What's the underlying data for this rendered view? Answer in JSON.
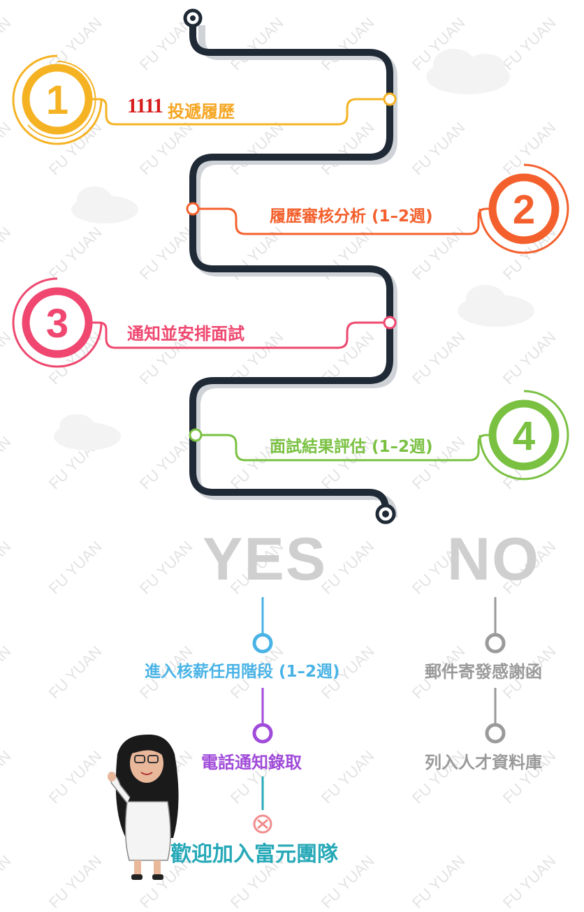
{
  "watermark": "FU YUAN",
  "logo_text": "1111",
  "steps": [
    {
      "number": "1",
      "label": "投遞履歷",
      "color": "#f5b324"
    },
    {
      "number": "2",
      "label": "履歷審核分析 (1–2週)",
      "color": "#f4602d"
    },
    {
      "number": "3",
      "label": "通知並安排面試",
      "color": "#ef476f"
    },
    {
      "number": "4",
      "label": "面試結果評估 (1–2週)",
      "color": "#7ac142"
    }
  ],
  "yes": {
    "heading": "YES",
    "items": [
      {
        "label": "進入核薪任用階段 (1–2週)",
        "color": "#4ab3e6"
      },
      {
        "label": "電話通知錄取",
        "color": "#a04bd9"
      },
      {
        "label": "歡迎加入富元團隊",
        "color": "#27a9b8"
      }
    ]
  },
  "no": {
    "heading": "NO",
    "items": [
      {
        "label": "郵件寄發感謝函",
        "color": "#9a9a9a"
      },
      {
        "label": "列入人才資料庫",
        "color": "#9a9a9a"
      }
    ]
  },
  "track_color": "#1f2a36"
}
